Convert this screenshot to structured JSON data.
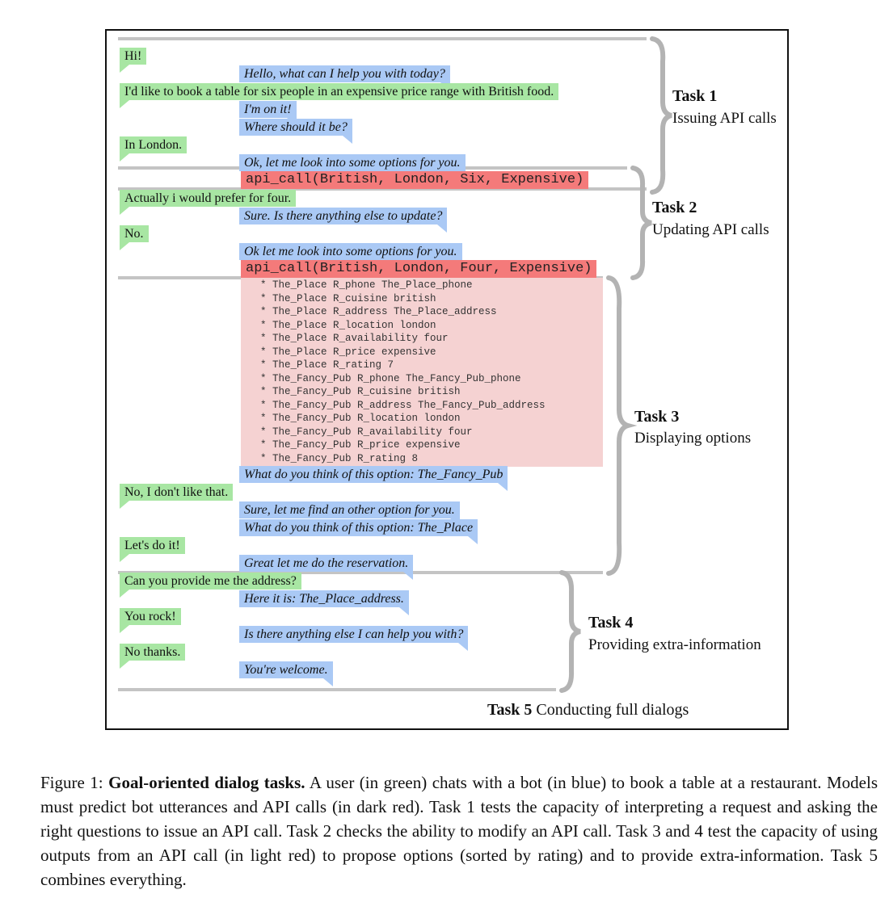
{
  "messages": {
    "m1": "Hi!",
    "m2": "Hello, what can I help you with today?",
    "m3": "I'd like to book a table for six people in an expensive price range with British food.",
    "m4": "I'm on it!",
    "m5": "Where should it be?",
    "m6": "In London.",
    "m7": "Ok, let me look into some options for you.",
    "m8": "api_call(British, London, Six, Expensive)",
    "m9": "Actually i would prefer for four.",
    "m10": "Sure. Is there anything else to update?",
    "m11": "No.",
    "m12": "Ok let me look into some options for you.",
    "m13": "api_call(British, London, Four, Expensive)",
    "m14": "What do you think of this option: The_Fancy_Pub",
    "m15": "No, I don't like that.",
    "m16": "Sure, let me find an other option for you.",
    "m17": "What do you think of this option: The_Place",
    "m18": "Let's do it!",
    "m19": "Great let me do the reservation.",
    "m20": "Can you provide me the address?",
    "m21": "Here it is: The_Place_address.",
    "m22": "You rock!",
    "m23": "Is there anything else I can help you with?",
    "m24": "No thanks.",
    "m25": "You're welcome."
  },
  "kb_rows": [
    "* The_Place R_phone The_Place_phone",
    "* The_Place R_cuisine british",
    "* The_Place R_address The_Place_address",
    "* The_Place R_location london",
    "* The_Place R_availability four",
    "* The_Place R_price expensive",
    "* The_Place R_rating 7",
    "* The_Fancy_Pub R_phone The_Fancy_Pub_phone",
    "* The_Fancy_Pub R_cuisine british",
    "* The_Fancy_Pub R_address The_Fancy_Pub_address",
    "* The_Fancy_Pub R_location london",
    "* The_Fancy_Pub R_availability four",
    "* The_Fancy_Pub R_price expensive",
    "* The_Fancy_Pub R_rating 8"
  ],
  "tasks": {
    "t1": {
      "title": "Task 1",
      "desc": "Issuing API calls"
    },
    "t2": {
      "title": "Task 2",
      "desc": "Updating API calls"
    },
    "t3": {
      "title": "Task 3",
      "desc": "Displaying options"
    },
    "t4": {
      "title": "Task 4",
      "desc": "Providing extra-information"
    },
    "t5": {
      "title": "Task 5",
      "desc": "Conducting full dialogs"
    }
  },
  "caption": {
    "label": "Figure 1:",
    "title": "Goal-oriented dialog tasks.",
    "text": "A user (in green) chats with a bot (in blue) to book a table at a restaurant. Models must predict bot utterances and API calls (in dark red). Task 1 tests the capacity of interpreting a request and asking the right questions to issue an API call. Task 2 checks the ability to modify an API call. Task 3 and 4 test the capacity of using outputs from an API call (in light red) to propose options (sorted by rating) and to provide extra-information. Task 5 combines everything."
  },
  "colors": {
    "user": "#a8e6a3",
    "bot": "#aac9f5",
    "api_call": "#f47a7a",
    "api_output": "#f5d2d2",
    "separator": "#c4c4c4"
  }
}
